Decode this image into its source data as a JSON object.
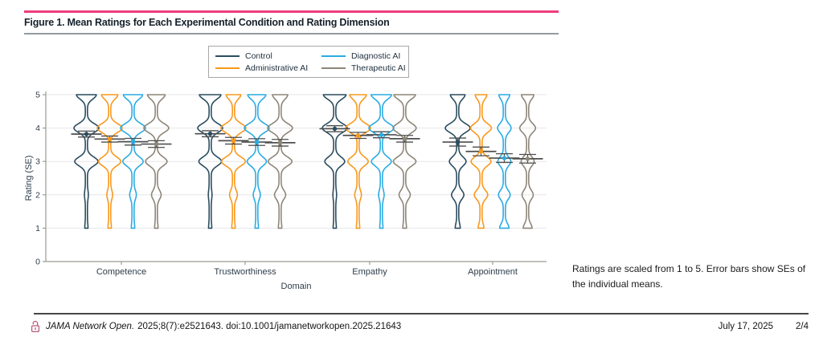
{
  "accent": {
    "pink_rule": "#ef3d7c",
    "errorbar": "#4d4d4d",
    "lock_icon": "#b85c7c",
    "gridline": "#e6e6ea",
    "spine": "#9b9b94",
    "axis_text": "#2e3d4a"
  },
  "figure": {
    "title": "Figure 1. Mean Ratings for Each Experimental Condition and Rating Dimension",
    "note": "Ratings are scaled from 1 to 5. Error bars show SEs of the individual means."
  },
  "chart_data": {
    "type": "violin",
    "title": "",
    "xlabel": "Domain",
    "ylabel": "Rating (SE)",
    "ylim": [
      0,
      5
    ],
    "yticks": [
      0,
      1,
      2,
      3,
      4,
      5
    ],
    "grid": "horizontal",
    "legend_position": "top-center",
    "categories": [
      "Competence",
      "Trustworthiness",
      "Empathy",
      "Appointment"
    ],
    "density_ratings": [
      1,
      2,
      3,
      4,
      5
    ],
    "series": [
      {
        "name": "Control",
        "color": "#2a4d5f",
        "means": [
          3.82,
          3.83,
          3.98,
          3.58
        ],
        "se": [
          0.09,
          0.09,
          0.09,
          0.12
        ],
        "density": [
          [
            0.05,
            0.08,
            0.93,
            1.0,
            0.78
          ],
          [
            0.05,
            0.07,
            0.9,
            1.0,
            0.85
          ],
          [
            0.05,
            0.07,
            0.78,
            1.0,
            0.9
          ],
          [
            0.13,
            0.45,
            0.64,
            1.0,
            0.55
          ]
        ]
      },
      {
        "name": "Administrative AI",
        "color": "#f8981d",
        "means": [
          3.67,
          3.62,
          3.78,
          3.3
        ],
        "se": [
          0.09,
          0.1,
          0.09,
          0.13
        ],
        "density": [
          [
            0.06,
            0.16,
            0.88,
            1.0,
            0.62
          ],
          [
            0.06,
            0.25,
            0.95,
            1.0,
            0.55
          ],
          [
            0.06,
            0.2,
            0.8,
            1.0,
            0.64
          ],
          [
            0.16,
            0.5,
            0.78,
            0.82,
            0.42
          ]
        ]
      },
      {
        "name": "Diagnostic AI",
        "color": "#29abe2",
        "means": [
          3.59,
          3.58,
          3.8,
          3.1
        ],
        "se": [
          0.1,
          0.1,
          0.09,
          0.13
        ],
        "density": [
          [
            0.06,
            0.2,
            0.8,
            1.0,
            0.75
          ],
          [
            0.06,
            0.22,
            0.75,
            1.0,
            0.7
          ],
          [
            0.05,
            0.15,
            0.78,
            1.0,
            0.8
          ],
          [
            0.32,
            0.42,
            0.48,
            0.5,
            0.38
          ]
        ]
      },
      {
        "name": "Therapeutic AI",
        "color": "#8d8678",
        "means": [
          3.52,
          3.56,
          3.68,
          3.08
        ],
        "se": [
          0.1,
          0.1,
          0.1,
          0.13
        ],
        "density": [
          [
            0.06,
            0.33,
            0.85,
            1.0,
            0.68
          ],
          [
            0.06,
            0.4,
            0.95,
            1.0,
            0.58
          ],
          [
            0.07,
            0.4,
            0.9,
            0.92,
            0.85
          ],
          [
            0.3,
            0.4,
            0.48,
            0.6,
            0.45
          ]
        ]
      }
    ]
  },
  "footer": {
    "journal": "JAMA Network Open.",
    "citation": "2025;8(7):e2521643. doi:10.1001/jamanetworkopen.2025.21643",
    "date": "July 17, 2025",
    "page": "2/4"
  }
}
